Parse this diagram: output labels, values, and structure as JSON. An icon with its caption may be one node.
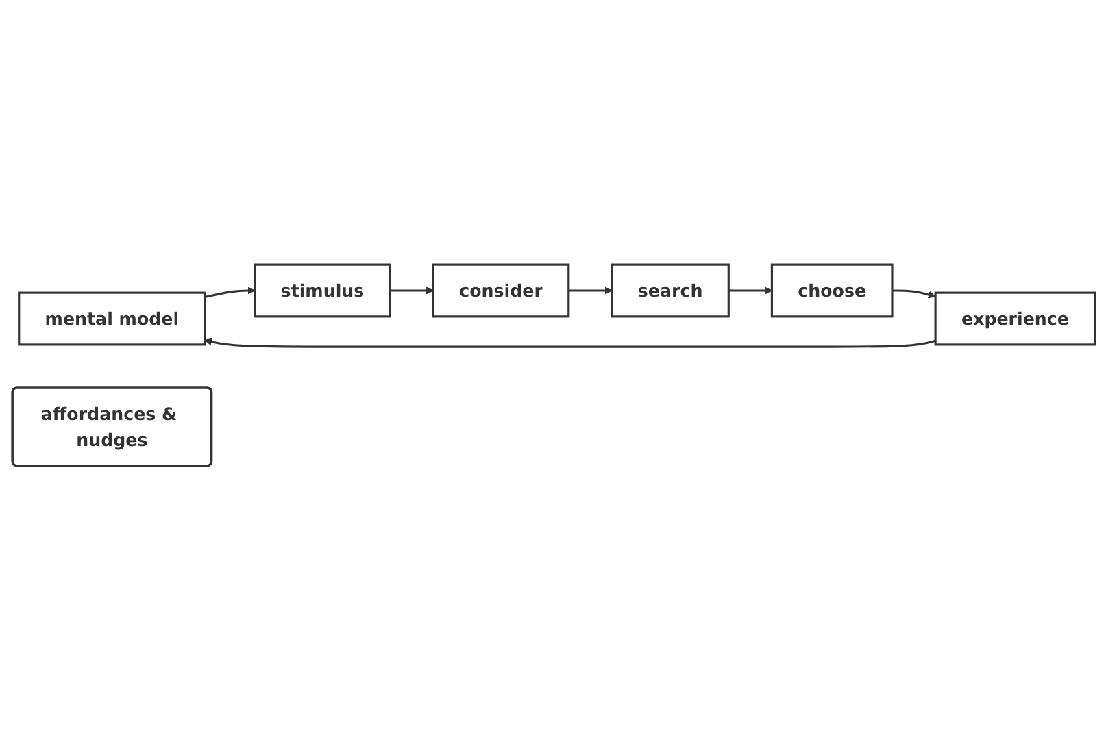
{
  "diagram": {
    "nodes": [
      {
        "text": [
          "mental model"
        ]
      },
      {
        "text": [
          "stimulus"
        ]
      },
      {
        "text": [
          "consider"
        ]
      },
      {
        "text": [
          "search"
        ]
      },
      {
        "text": [
          "choose"
        ]
      },
      {
        "text": [
          "experience"
        ]
      },
      {
        "text": [
          "affordances & nudges"
        ]
      }
    ],
    "edges": [
      {
        "from": 0,
        "to": 1,
        "arrow": "to"
      },
      {
        "from": 1,
        "to": 2,
        "arrow": "to"
      },
      {
        "from": 2,
        "to": 3,
        "arrow": "to"
      },
      {
        "from": 3,
        "to": 4,
        "arrow": "to"
      },
      {
        "from": 4,
        "to": 5,
        "arrow": "to"
      },
      {
        "from": 5,
        "to": 0,
        "arrow": "to"
      }
    ]
  }
}
